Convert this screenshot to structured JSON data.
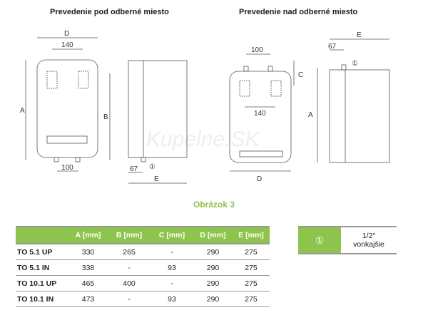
{
  "titles": {
    "left": "Prevedenie pod odberné miesto",
    "right": "Prevedenie nad odberné miesto"
  },
  "dims": {
    "D": "D",
    "A": "A",
    "B": "B",
    "C": "C",
    "E": "E",
    "w140": "140",
    "w100": "100",
    "w67": "67",
    "conn": "①"
  },
  "watermark": "Kupelne.SK",
  "caption": "Obrázok 3",
  "table": {
    "headers": [
      "",
      "A [mm]",
      "B [mm]",
      "C [mm]",
      "D [mm]",
      "E [mm]"
    ],
    "rows": [
      [
        "TO 5.1 UP",
        "330",
        "265",
        "-",
        "290",
        "275"
      ],
      [
        "TO 5.1 IN",
        "338",
        "-",
        "93",
        "290",
        "275"
      ],
      [
        "TO 10.1 UP",
        "465",
        "400",
        "-",
        "290",
        "275"
      ],
      [
        "TO 10.1 IN",
        "473",
        "-",
        "93",
        "290",
        "275"
      ]
    ]
  },
  "legend": {
    "symbol": "①",
    "line1": "1/2\"",
    "line2": "vonkajšie"
  }
}
